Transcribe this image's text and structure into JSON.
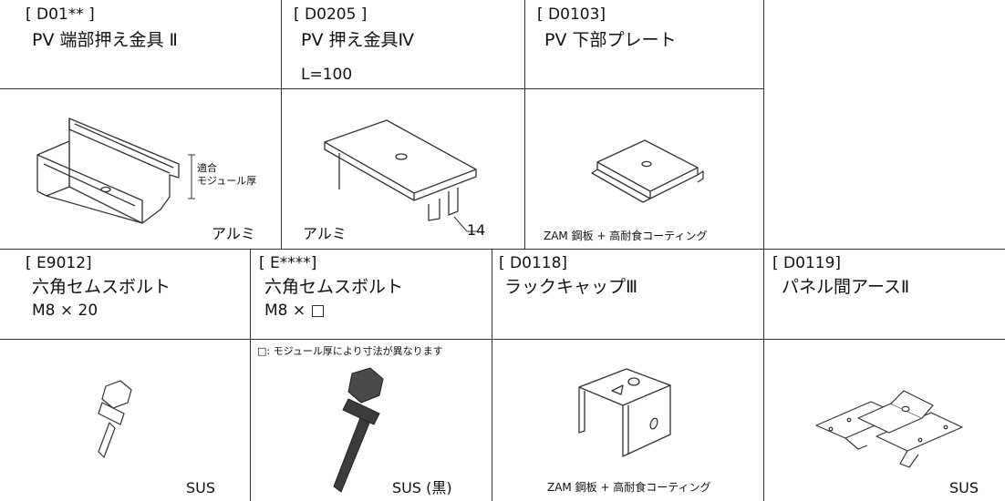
{
  "parts": [
    {
      "code": "[ D01** ]",
      "name": "PV 端部押え金具 Ⅱ",
      "spec": "",
      "material": "アルミ",
      "annotation": [
        "適合",
        "モジュール厚"
      ]
    },
    {
      "code": "[ D0205 ]",
      "name": "PV 押え金具Ⅳ",
      "spec": "L=100",
      "material": "アルミ",
      "dimension": "14"
    },
    {
      "code": "[ D0103]",
      "name": "PV 下部プレート",
      "spec": "",
      "material": "ZAM 鋼板 + 高耐食コーティング"
    },
    {
      "code": "[ E9012]",
      "name": "六角セムスボルト",
      "spec": "M8 × 20",
      "material": "SUS"
    },
    {
      "code": "[ E****]",
      "name": "六角セムスボルト",
      "spec": "M8 × □",
      "material": "SUS (黒)",
      "note": "□: モジュール厚により寸法が異なります"
    },
    {
      "code": "[ D0118]",
      "name": "ラックキャップⅢ",
      "spec": "",
      "material": "ZAM 鋼板 + 高耐食コーティング"
    },
    {
      "code": "[ D0119]",
      "name": "パネル間アースⅡ",
      "spec": "",
      "material": "SUS"
    }
  ],
  "colors": {
    "line": "#333333",
    "bolt_black": "#3c3c3c"
  }
}
